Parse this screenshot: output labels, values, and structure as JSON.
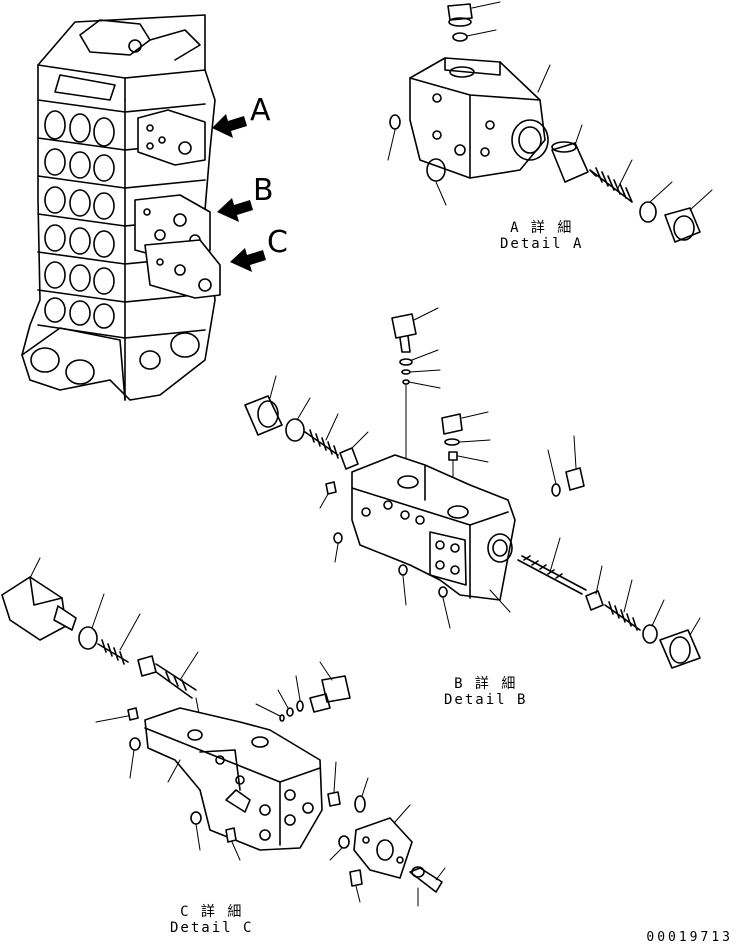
{
  "markers": {
    "a": "A",
    "b": "B",
    "c": "C"
  },
  "details": {
    "a": {
      "jp": "A 詳 細",
      "en": "Detail A"
    },
    "b": {
      "jp": "B 詳 細",
      "en": "Detail B"
    },
    "c": {
      "jp": "C 詳 細",
      "en": "Detail C"
    }
  },
  "drawing_number": "00019713"
}
